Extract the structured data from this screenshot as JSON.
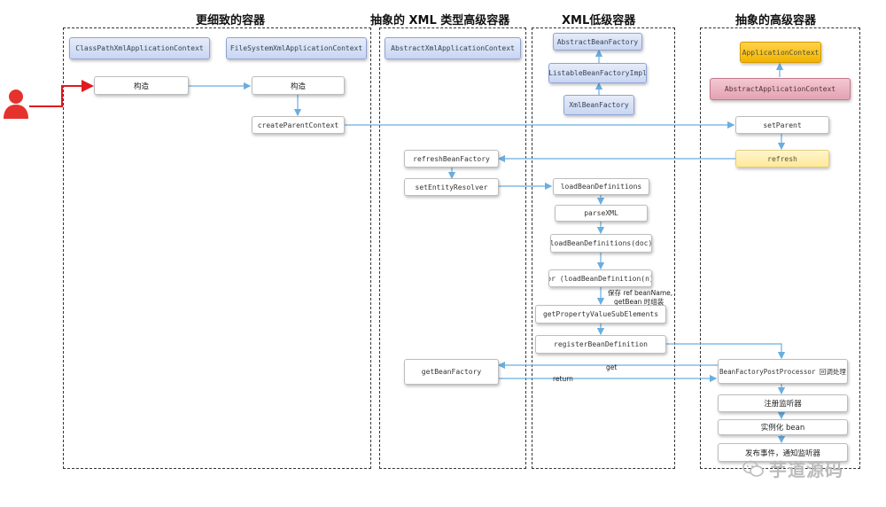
{
  "columns": [
    {
      "title": "更细致的容器"
    },
    {
      "title": "抽象的 XML 类型高级容器"
    },
    {
      "title": "XML低级容器"
    },
    {
      "title": "抽象的高级容器"
    }
  ],
  "nodes": {
    "classpath": "ClassPathXmlApplicationContext",
    "filesystem": "FileSystemXmlApplicationContext",
    "construct1": "构造",
    "construct2": "构造",
    "create_parent": "createParentContext",
    "abstract_xml": "AbstractXmlApplicationContext",
    "refresh_bf": "refreshBeanFactory",
    "set_entity": "setEntityResolver",
    "get_bf": "getBeanFactory",
    "abstract_bf": "AbstractBeanFactory",
    "listable_bf": "ListableBeanFactoryImpl",
    "xml_bf": "XmlBeanFactory",
    "load_bd": "loadBeanDefinitions",
    "parse_xml": "parseXML",
    "load_bd_doc": "loadBeanDefinitions(doc)",
    "for_load": "for (loadBeanDefinition(n))",
    "get_prop": "getPropertyValueSubElements",
    "register_bd": "registerBeanDefinition",
    "app_ctx": "ApplicationContext",
    "abstract_app": "AbstractApplicationContext",
    "set_parent": "setParent",
    "refresh": "refresh",
    "bfpp": "BeanFactoryPostProcessor 回调处理",
    "reg_listener": "注册监听器",
    "instantiate": "实例化 bean",
    "publish": "发布事件，通知监听器"
  },
  "labels": {
    "save_ref_1": "保存 ref beanName,",
    "save_ref_2": "getBean 时组装",
    "get": "get",
    "return": "return"
  },
  "watermark": "芋道源码",
  "colors": {
    "arrow": "#6aaee0",
    "user_path": "#e0191f",
    "user_icon": "#e5322d"
  }
}
